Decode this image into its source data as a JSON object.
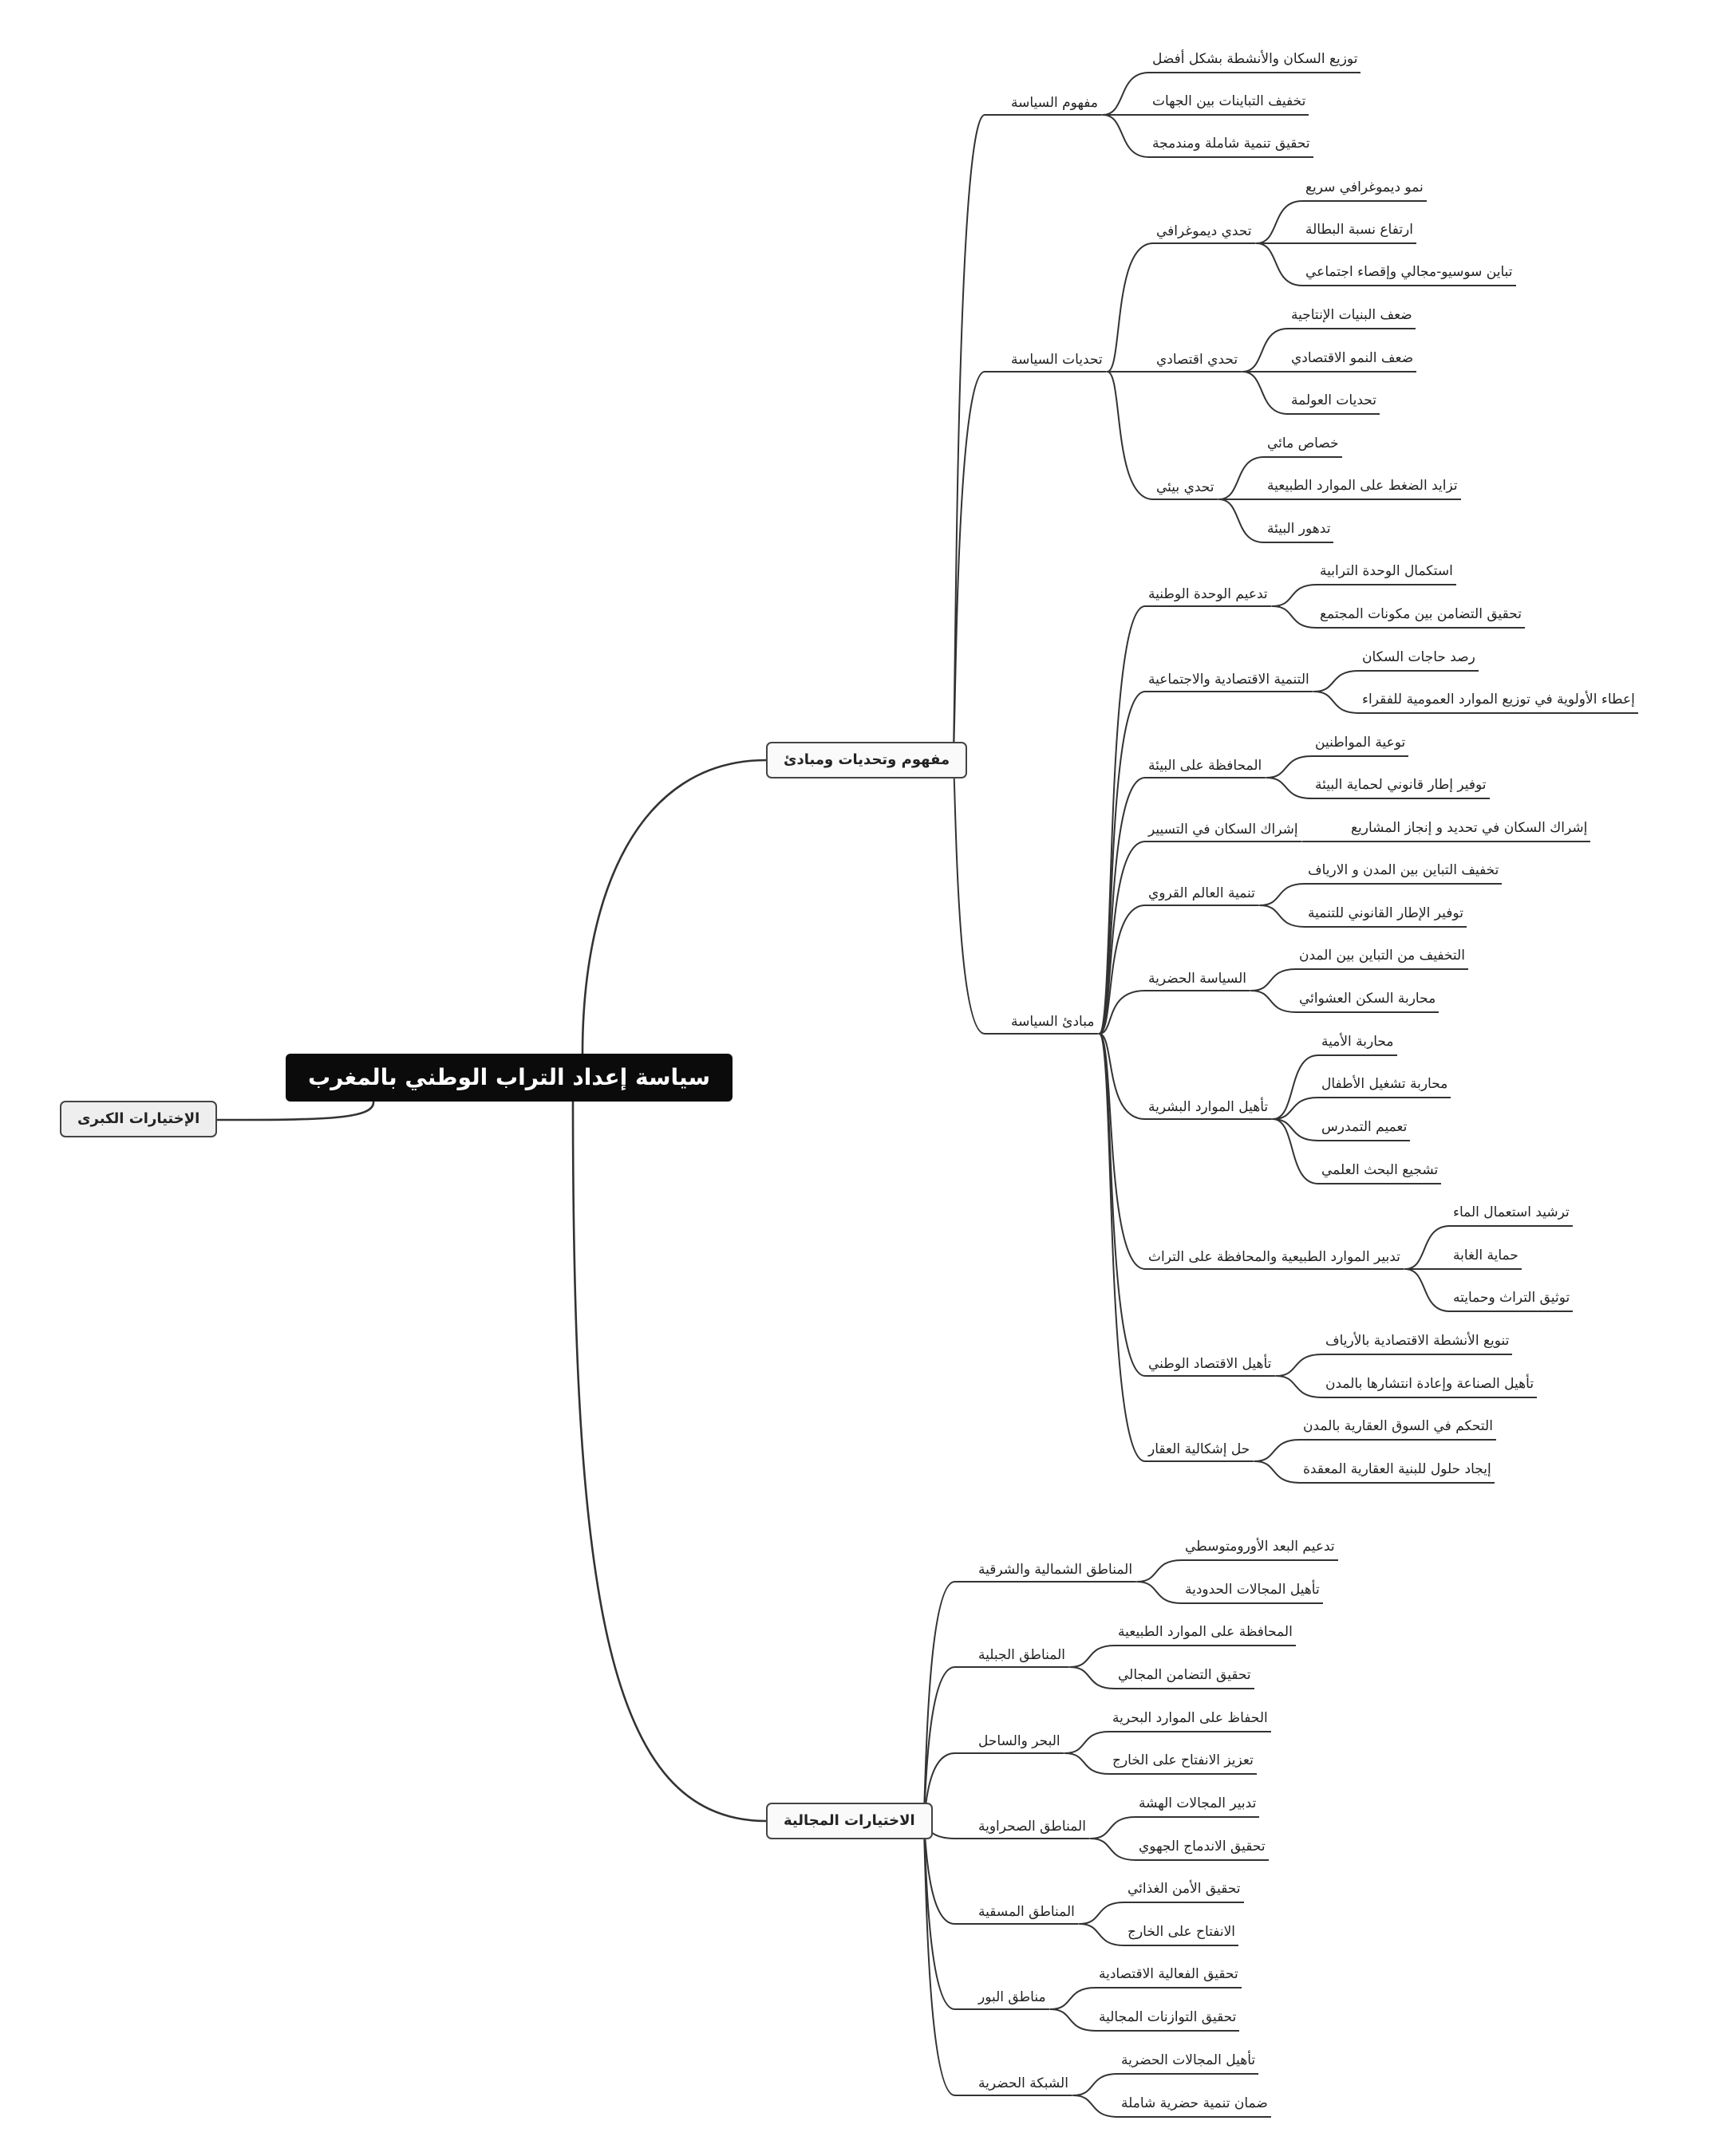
{
  "root": {
    "label": "سياسة إعداد التراب الوطني بالمغرب",
    "left_branch": {
      "label": "الإختيارات الكبرى"
    },
    "branches": [
      {
        "label": "مفهوم وتحديات ومبادئ",
        "children": [
          {
            "label": "مفهوم السياسة",
            "children": [
              {
                "label": "توزيع السكان والأنشطة بشكل أفضل"
              },
              {
                "label": "تخفيف التباينات بين الجهات"
              },
              {
                "label": "تحقيق تنمية شاملة ومندمجة"
              }
            ]
          },
          {
            "label": "تحديات السياسة",
            "children": [
              {
                "label": "تحدي ديموغرافي",
                "children": [
                  {
                    "label": "نمو ديموغرافي سريع"
                  },
                  {
                    "label": "ارتفاع نسبة البطالة"
                  },
                  {
                    "label": "تباين سوسيو-مجالي وإقصاء اجتماعي"
                  }
                ]
              },
              {
                "label": "تحدي اقتصادي",
                "children": [
                  {
                    "label": "ضعف البنيات الإنتاجية"
                  },
                  {
                    "label": "ضعف النمو الاقتصادي"
                  },
                  {
                    "label": "تحديات العولمة"
                  }
                ]
              },
              {
                "label": "تحدي بيئي",
                "children": [
                  {
                    "label": "خصاص مائي"
                  },
                  {
                    "label": "تزايد الضغط على الموارد الطبيعية"
                  },
                  {
                    "label": "تدهور البيئة"
                  }
                ]
              }
            ]
          },
          {
            "label": "مبادئ السياسة",
            "children": [
              {
                "label": "تدعيم الوحدة الوطنية",
                "children": [
                  {
                    "label": "استكمال الوحدة الترابية"
                  },
                  {
                    "label": "تحقيق التضامن بين مكونات المجتمع"
                  }
                ]
              },
              {
                "label": "التنمية الاقتصادية والاجتماعية",
                "children": [
                  {
                    "label": "رصد حاجات السكان"
                  },
                  {
                    "label": "إعطاء الأولوية في توزيع الموارد العمومية للفقراء"
                  }
                ]
              },
              {
                "label": "المحافظة على البيئة",
                "children": [
                  {
                    "label": "توعية المواطنين"
                  },
                  {
                    "label": "توفير إطار قانوني لحماية البيئة"
                  }
                ]
              },
              {
                "label": "إشراك السكان في التسيير",
                "children": [
                  {
                    "label": "إشراك السكان في تحديد و إنجاز المشاريع"
                  }
                ]
              },
              {
                "label": "تنمية العالم القروي",
                "children": [
                  {
                    "label": "تخفيف التباين بين المدن و الارياف"
                  },
                  {
                    "label": "توفير الإطار القانوني للتنمية"
                  }
                ]
              },
              {
                "label": "السياسة الحضرية",
                "children": [
                  {
                    "label": "التخفيف من التباين بين المدن"
                  },
                  {
                    "label": "محاربة السكن العشوائي"
                  }
                ]
              },
              {
                "label": "تأهيل الموارد البشرية",
                "children": [
                  {
                    "label": "محاربة الأمية"
                  },
                  {
                    "label": "محاربة تشغيل الأطفال"
                  },
                  {
                    "label": "تعميم التمدرس"
                  },
                  {
                    "label": "تشجيع البحث العلمي"
                  }
                ]
              },
              {
                "label": "تدبير الموارد الطبيعية والمحافظة على التراث",
                "children": [
                  {
                    "label": "ترشيد استعمال الماء"
                  },
                  {
                    "label": "حماية الغابة"
                  },
                  {
                    "label": "توثيق التراث وحمايته"
                  }
                ]
              },
              {
                "label": "تأهيل الاقتصاد الوطني",
                "children": [
                  {
                    "label": "تنويع الأنشطة الاقتصادية بالأرياف"
                  },
                  {
                    "label": "تأهيل الصناعة وإعادة انتشارها بالمدن"
                  }
                ]
              },
              {
                "label": "حل إشكالية العقار",
                "children": [
                  {
                    "label": "التحكم في السوق العقارية بالمدن"
                  },
                  {
                    "label": "إيجاد حلول للبنية العقارية المعقدة"
                  }
                ]
              }
            ]
          }
        ]
      },
      {
        "label": "الاختيارات المجالية",
        "children": [
          {
            "label": "المناطق الشمالية والشرقية",
            "children": [
              {
                "label": "تدعيم البعد الأورومتوسطي"
              },
              {
                "label": "تأهيل المجالات الحدودية"
              }
            ]
          },
          {
            "label": "المناطق الجبلية",
            "children": [
              {
                "label": "المحافظة على الموارد الطبيعية"
              },
              {
                "label": "تحقيق التضامن المجالي"
              }
            ]
          },
          {
            "label": "البحر والساحل",
            "children": [
              {
                "label": "الحفاظ على الموارد البحرية"
              },
              {
                "label": "تعزيز الانفتاح على الخارج"
              }
            ]
          },
          {
            "label": "المناطق الصحراوية",
            "children": [
              {
                "label": "تدبير المجالات الهشة"
              },
              {
                "label": "تحقيق الاندماج الجهوي"
              }
            ]
          },
          {
            "label": "المناطق المسقية",
            "children": [
              {
                "label": "تحقيق الأمن الغذائي"
              },
              {
                "label": "الانفتاح على الخارج"
              }
            ]
          },
          {
            "label": "مناطق البور",
            "children": [
              {
                "label": "تحقيق الفعالية الاقتصادية"
              },
              {
                "label": "تحقيق التوازنات المجالية"
              }
            ]
          },
          {
            "label": "الشبكة الحضرية",
            "children": [
              {
                "label": "تأهيل المجالات الحضرية"
              },
              {
                "label": "ضمان تنمية حضرية شاملة"
              }
            ]
          }
        ]
      }
    ]
  }
}
